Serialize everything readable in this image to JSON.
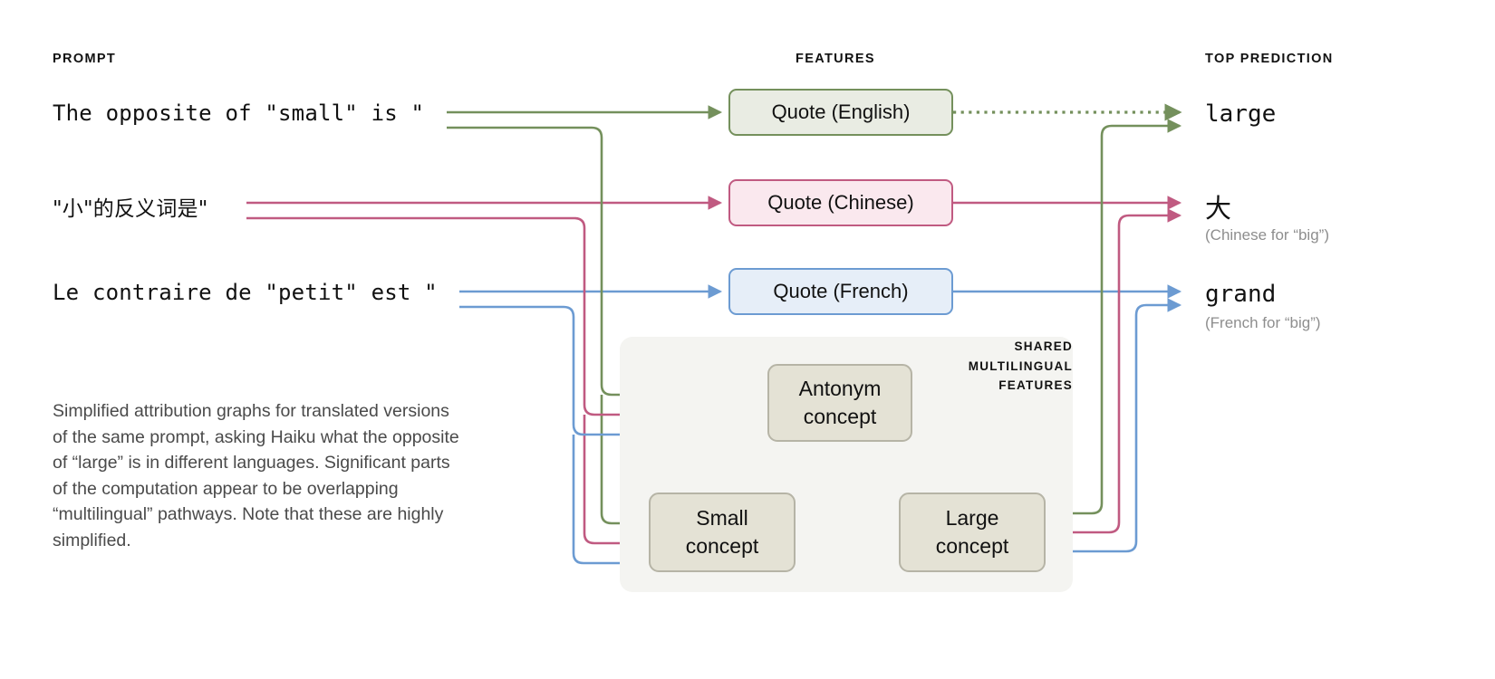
{
  "headers": {
    "prompt": "PROMPT",
    "features": "FEATURES",
    "prediction": "TOP PREDICTION"
  },
  "prompts": [
    {
      "id": "english",
      "text": "The opposite of \"small\" is \"",
      "color": "#74905c"
    },
    {
      "id": "chinese",
      "text": "\"小\"的反义词是\"",
      "color": "#c05a81"
    },
    {
      "id": "french",
      "text": "Le contraire de \"petit\" est \"",
      "color": "#6c9bd2"
    }
  ],
  "features": [
    {
      "id": "quote-english",
      "label": "Quote (English)",
      "color": "#74905c",
      "fill": "#e9ece3"
    },
    {
      "id": "quote-chinese",
      "label": "Quote (Chinese)",
      "color": "#c05a81",
      "fill": "#fae8ee"
    },
    {
      "id": "quote-french",
      "label": "Quote (French)",
      "color": "#6c9bd2",
      "fill": "#e6eef8"
    }
  ],
  "shared": {
    "label_line1": "SHARED",
    "label_line2": "MULTILINGUAL",
    "label_line3": "FEATURES",
    "concepts": [
      {
        "id": "antonym",
        "line1": "Antonym",
        "line2": "concept"
      },
      {
        "id": "small",
        "line1": "Small",
        "line2": "concept"
      },
      {
        "id": "large",
        "line1": "Large",
        "line2": "concept"
      }
    ]
  },
  "predictions": [
    {
      "id": "large",
      "label": "large",
      "note": "",
      "color": "#74905c"
    },
    {
      "id": "da",
      "label": "大",
      "note": "(Chinese for “big”)",
      "color": "#c05a81"
    },
    {
      "id": "grand",
      "label": "grand",
      "note": "(French for “big”)",
      "color": "#6c9bd2"
    }
  ],
  "caption": "Simplified attribution graphs for translated versions of the same prompt, asking Haiku what the opposite of “large” is in different languages. Significant parts of the computation appear to be overlapping “multilingual” pathways. Note that these are highly simplified.",
  "colors": {
    "green": "#74905c",
    "pink": "#c05a81",
    "blue": "#6c9bd2",
    "panel": "#f4f4f1",
    "concept_fill": "#e4e2d5",
    "concept_border": "#b6b4a6",
    "caption_text": "#4a4a4a",
    "note_text": "#8e8e8e"
  },
  "graph": {
    "type": "attribution-graph",
    "edges": [
      {
        "from": "english",
        "to": "quote-english",
        "style": "solid",
        "color": "#74905c"
      },
      {
        "from": "chinese",
        "to": "quote-chinese",
        "style": "solid",
        "color": "#c05a81"
      },
      {
        "from": "french",
        "to": "quote-french",
        "style": "solid",
        "color": "#6c9bd2"
      },
      {
        "from": "english",
        "to": "antonym",
        "style": "solid",
        "color": "#74905c"
      },
      {
        "from": "chinese",
        "to": "antonym",
        "style": "solid",
        "color": "#c05a81"
      },
      {
        "from": "french",
        "to": "antonym",
        "style": "solid",
        "color": "#6c9bd2"
      },
      {
        "from": "english",
        "to": "small",
        "style": "solid",
        "color": "#74905c"
      },
      {
        "from": "chinese",
        "to": "small",
        "style": "solid",
        "color": "#c05a81"
      },
      {
        "from": "french",
        "to": "small",
        "style": "solid",
        "color": "#6c9bd2"
      },
      {
        "from": "small",
        "to": "large",
        "style": "solid",
        "color": "#74905c"
      },
      {
        "from": "small",
        "to": "large",
        "style": "solid",
        "color": "#c05a81"
      },
      {
        "from": "small",
        "to": "large",
        "style": "solid",
        "color": "#6c9bd2"
      },
      {
        "from": "antonym",
        "to": "small-large-edge",
        "style": "dotted",
        "color": "#74905c"
      },
      {
        "from": "antonym",
        "to": "small-large-edge",
        "style": "dotted",
        "color": "#c05a81"
      },
      {
        "from": "antonym",
        "to": "small-large-edge",
        "style": "dotted",
        "color": "#6c9bd2"
      },
      {
        "from": "quote-english",
        "to": "large",
        "style": "dotted",
        "color": "#74905c"
      },
      {
        "from": "quote-chinese",
        "to": "da",
        "style": "solid",
        "color": "#c05a81"
      },
      {
        "from": "quote-french",
        "to": "grand",
        "style": "solid",
        "color": "#6c9bd2"
      },
      {
        "from": "large-concept",
        "to": "large",
        "style": "solid",
        "color": "#74905c"
      },
      {
        "from": "large-concept",
        "to": "da",
        "style": "solid",
        "color": "#c05a81"
      },
      {
        "from": "large-concept",
        "to": "grand",
        "style": "solid",
        "color": "#6c9bd2"
      }
    ]
  }
}
